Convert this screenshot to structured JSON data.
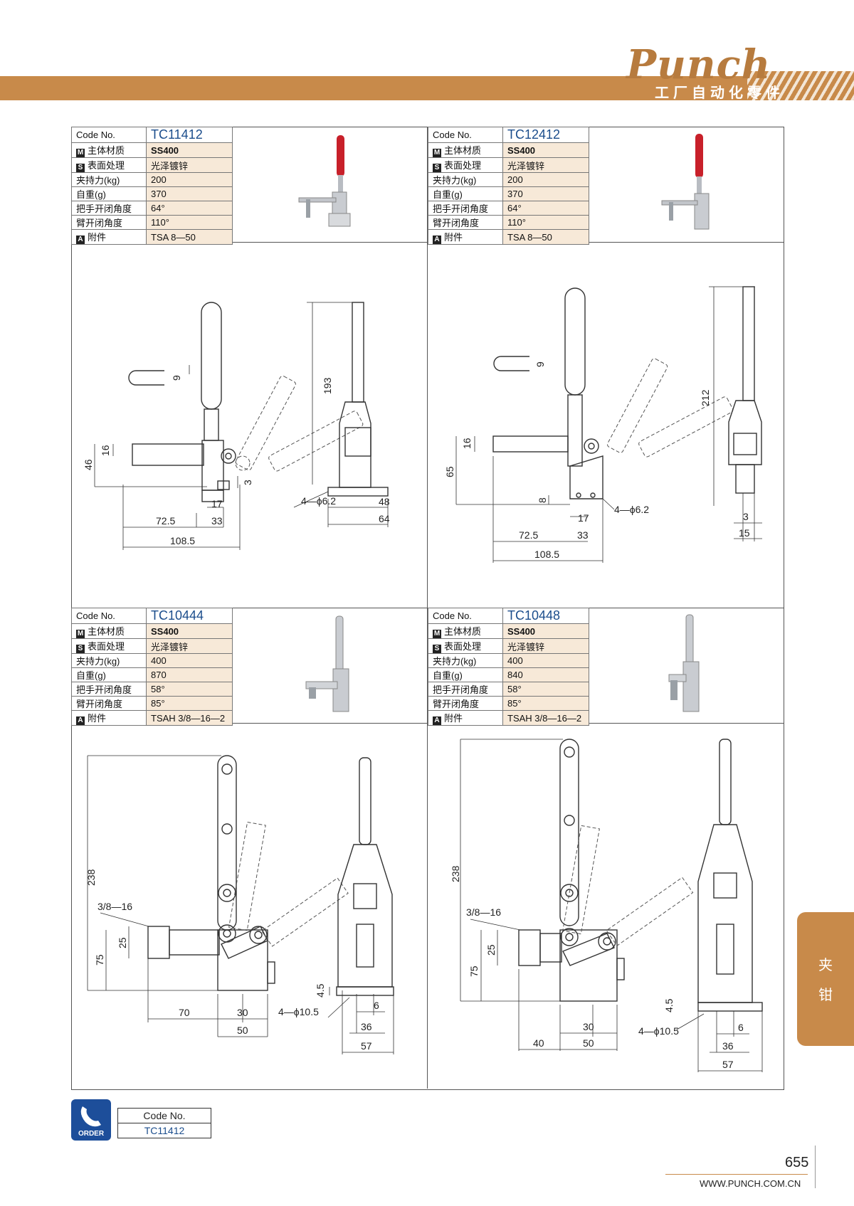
{
  "header": {
    "logo": "Punch",
    "tagline": "工厂自动化零件"
  },
  "labels": {
    "code": "Code No.",
    "material": "主体材质",
    "surface": "表面处理",
    "force": "夹持力(kg)",
    "weight": "自重(g)",
    "handle_angle": "把手开闭角度",
    "arm_angle": "臂开闭角度",
    "accessory": "附件",
    "mk_material": "M",
    "mk_surface": "S",
    "mk_accessory": "A"
  },
  "products": [
    {
      "code": "TC11412",
      "material": "SS400",
      "surface": "光泽镀锌",
      "force": "200",
      "weight": "370",
      "handle_angle": "64°",
      "arm_angle": "110°",
      "accessory": "TSA 8—50",
      "dims": {
        "d1": "193",
        "d2": "46",
        "d3": "16",
        "d4": "9",
        "d5": "3",
        "d6": "17",
        "d7": "33",
        "d8": "72.5",
        "d9": "108.5",
        "d10": "4—ϕ6.2",
        "d11": "48",
        "d12": "64"
      }
    },
    {
      "code": "TC12412",
      "material": "SS400",
      "surface": "光泽镀锌",
      "force": "200",
      "weight": "370",
      "handle_angle": "64°",
      "arm_angle": "110°",
      "accessory": "TSA 8—50",
      "dims": {
        "d1": "212",
        "d2": "65",
        "d3": "16",
        "d4": "9",
        "d5": "8",
        "d6": "17",
        "d7": "33",
        "d8": "72.5",
        "d9": "108.5",
        "d10": "4—ϕ6.2",
        "d11": "3",
        "d12": "15"
      }
    },
    {
      "code": "TC10444",
      "material": "SS400",
      "surface": "光泽镀锌",
      "force": "400",
      "weight": "870",
      "handle_angle": "58°",
      "arm_angle": "85°",
      "accessory": "TSAH 3/8—16—2",
      "dims": {
        "d1": "238",
        "d2": "75",
        "d3": "25",
        "d4": "3/8—16",
        "d5": "4.5",
        "d6": "70",
        "d7": "30",
        "d8": "50",
        "d9": "4—ϕ10.5",
        "d10": "6",
        "d11": "36",
        "d12": "57"
      }
    },
    {
      "code": "TC10448",
      "material": "SS400",
      "surface": "光泽镀锌",
      "force": "400",
      "weight": "840",
      "handle_angle": "58°",
      "arm_angle": "85°",
      "accessory": "TSAH 3/8—16—2",
      "dims": {
        "d1": "238",
        "d2": "75",
        "d3": "25",
        "d4": "3/8—16",
        "d5": "4.5",
        "d6": "40",
        "d7": "30",
        "d8": "50",
        "d9": "4—ϕ10.5",
        "d10": "6",
        "d11": "36",
        "d12": "57"
      }
    }
  ],
  "side_tab": {
    "c1": "夹",
    "c2": "钳"
  },
  "order": {
    "icon_label": "ORDER",
    "header": "Code No.",
    "value": "TC11412"
  },
  "footer": {
    "page": "655",
    "url": "WWW.PUNCH.COM.CN"
  },
  "colors": {
    "accent": "#c88a4a",
    "code_blue": "#1b4d8c",
    "table_fill": "#f7e9d8",
    "order_blue": "#1d4e9a",
    "handle_red": "#c8202a"
  }
}
